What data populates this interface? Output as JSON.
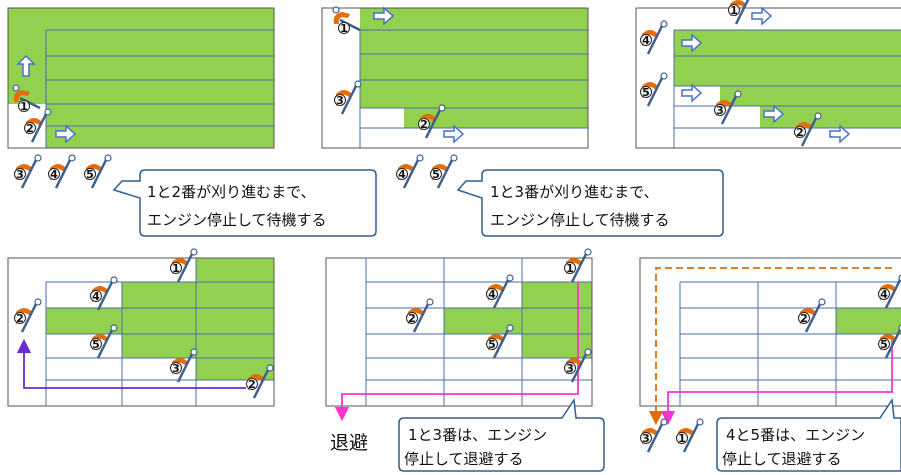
{
  "colors": {
    "grass": "#92d050",
    "line": "#4a6fa5",
    "border": "#555555",
    "callout_border": "#2f5f8f",
    "arrow_outline": "#4472c4",
    "mower_body": "#e46c0a",
    "mower_handle": "#3f5f8f",
    "path_purple": "#6a2ccf",
    "path_magenta": "#ff33cc",
    "path_orange": "#e46c0a"
  },
  "icons": {
    "mower": "brush-cutter-icon",
    "forward_arrow": "right-block-arrow-icon",
    "up_arrow": "up-block-arrow-icon"
  },
  "callouts": {
    "step1": {
      "line1": "1と2番が刈り進むまで、",
      "line2": "エンジン停止して待機する"
    },
    "step2": {
      "line1": "1と3番が刈り進むまで、",
      "line2": "エンジン停止して待機する"
    },
    "step5": {
      "line1": "1と3番は、エンジン",
      "line2": "停止して退避する"
    },
    "step6": {
      "line1": "4と5番は、エンジン",
      "line2": "停止して退避する"
    }
  },
  "labels": {
    "evacuate": "退避"
  },
  "mower_numbers": [
    "1",
    "2",
    "3",
    "4",
    "5"
  ]
}
